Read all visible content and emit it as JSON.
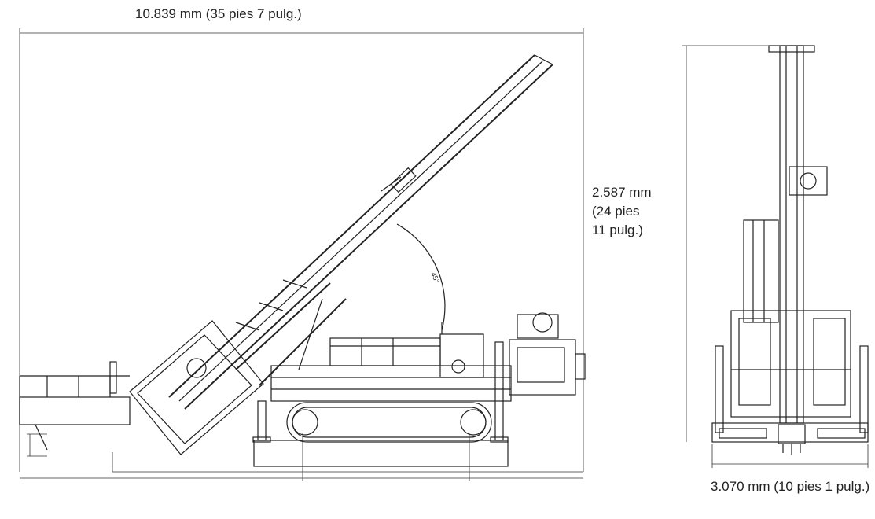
{
  "dimensions": {
    "overall_length": "10.839 mm (35 pies 7 pulg.)",
    "mast_height_line1": "2.587 mm",
    "mast_height_line2": "(24 pies",
    "mast_height_line3": "11 pulg.)",
    "track_width": "3.070 mm (10 pies 1 pulg.)"
  },
  "angle_mark": "45°"
}
